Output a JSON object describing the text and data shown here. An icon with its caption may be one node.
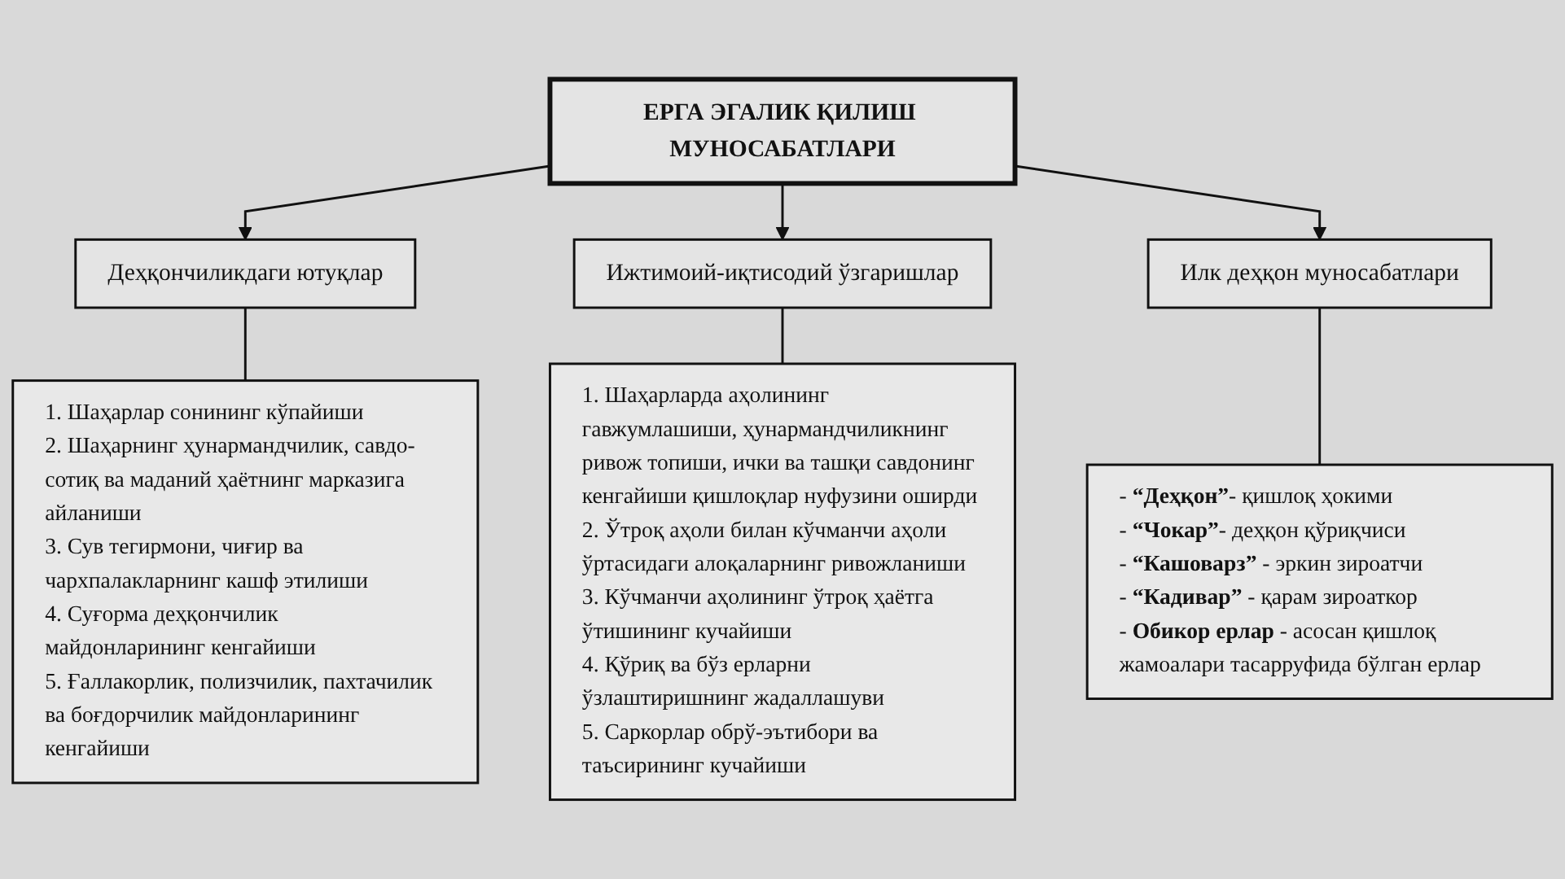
{
  "diagram": {
    "nodes": [
      {
        "text": [
          "ЕРГА ЭГАЛИК ҚИЛИШ МУНОСАБАТЛАРИ"
        ]
      },
      {
        "text": [
          "Деҳқончиликдаги ютуқлар"
        ]
      },
      {
        "text": [
          "Ижтимоий-иқтисодий ўзгаришлар"
        ]
      },
      {
        "text": [
          "Илк деҳқон муносабатлари"
        ]
      },
      {
        "text": [
          "1. Шаҳарлар сонининг кўпайиши",
          "2. Шаҳарнинг ҳунармандчилик, савдо-сотиқ ва маданий ҳаётнинг марказига айланиши",
          "3. Сув тегирмони, чиғир ва чархпалакларнинг кашф этилиши",
          "4. Суғорма деҳқончилик майдонларининг кенгайиши",
          "5. Ғаллакорлик, полизчилик, пахтачилик ва боғдорчилик майдонларининг кенгайиши"
        ]
      },
      {
        "text": [
          "1. Шаҳарларда аҳолининг гавжумлашиши, ҳунармандчиликнинг ривож топиши, ички ва ташқи савдонинг кенгайиши қишлоқлар нуфузини оширди",
          "2. Ўтроқ аҳоли билан кўчманчи аҳоли ўртасидаги алоқаларнинг ривожланиши",
          "3. Кўчманчи аҳолининг ўтроқ ҳаётга ўтишининг кучайиши",
          "4. Қўриқ ва бўз ерларни ўзлаштиришнинг жадаллашуви",
          "5. Саркорлар обрў-эътибори ва таъсирининг кучайиши"
        ]
      },
      {
        "text": [
          "- **“Деҳқон”**- қишлоқ ҳокими",
          "- **“Чокар”**- деҳқон қўриқчиси",
          "- **“Кашоварз”** - эркин зироатчи",
          "- **“Кадивар”** - қарам зироаткор",
          "- **Обикор ерлар** - асосан қишлоқ жамоалари тасарруфида бўлган ерлар"
        ]
      }
    ],
    "edges": [
      {
        "from": 0,
        "to": 1,
        "arrow": "to"
      },
      {
        "from": 0,
        "to": 2,
        "arrow": "to"
      },
      {
        "from": 0,
        "to": 3,
        "arrow": "to"
      },
      {
        "from": 1,
        "to": 4,
        "arrow": "none"
      },
      {
        "from": 2,
        "to": 5,
        "arrow": "none"
      },
      {
        "from": 3,
        "to": 6,
        "arrow": "none"
      }
    ]
  }
}
